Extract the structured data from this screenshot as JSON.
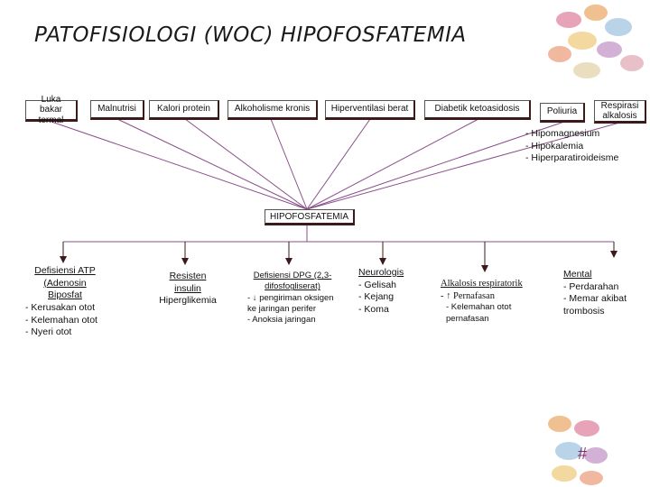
{
  "title": "PATOFISIOLOGI (WOC) HIPOFOSFATEMIA",
  "causes": {
    "luka_bakar": "Luka bakar termal",
    "malnutrisi": "Malnutrisi",
    "kalori_protein": "Kalori protein",
    "alkoholisme": "Alkoholisme kronis",
    "hiperventilasi": "Hiperventilasi berat",
    "diabetik": "Diabetik ketoasidosis",
    "poliuria": "Poliuria",
    "respirasi_alkalosis": "Respirasi alkalosis"
  },
  "side_notes": [
    "- Hipomagnesium",
    "- Hipokalemia",
    "- Hiperparatiroideisme"
  ],
  "center": "HIPOFOSFATEMIA",
  "effects": {
    "atp": {
      "title": "Defisiensi ATP (Adenosin Biposfat",
      "lines": [
        "- Kerusakan otot",
        "- Kelemahan otot",
        "- Nyeri otot"
      ]
    },
    "insulin": {
      "title": "Resisten insulin",
      "lines": [
        "Hiperglikemia"
      ]
    },
    "dpg": {
      "title": "Defisiensi DPG (2,3-difosfogliserat)",
      "lines": [
        "- ↓ pengiriman oksigen ke jaringan perifer",
        "- Anoksia jaringan"
      ]
    },
    "neuro": {
      "title": "Neurologis",
      "lines": [
        "- Gelisah",
        "- Kejang",
        "- Koma"
      ]
    },
    "alkalosis": {
      "title": "Alkalosis respiratorik",
      "lines": [
        "- ↑ Pernafasan",
        "- Kelemahan otot pernafasan"
      ]
    },
    "mental": {
      "title": "Mental",
      "lines": [
        "- Perdarahan",
        "- Memar akibat trombosis"
      ]
    }
  },
  "page_marker": "#",
  "colors": {
    "box_border": "#3a1a1a",
    "line": "#8a4f8a",
    "arrow": "#3a1a1a"
  }
}
